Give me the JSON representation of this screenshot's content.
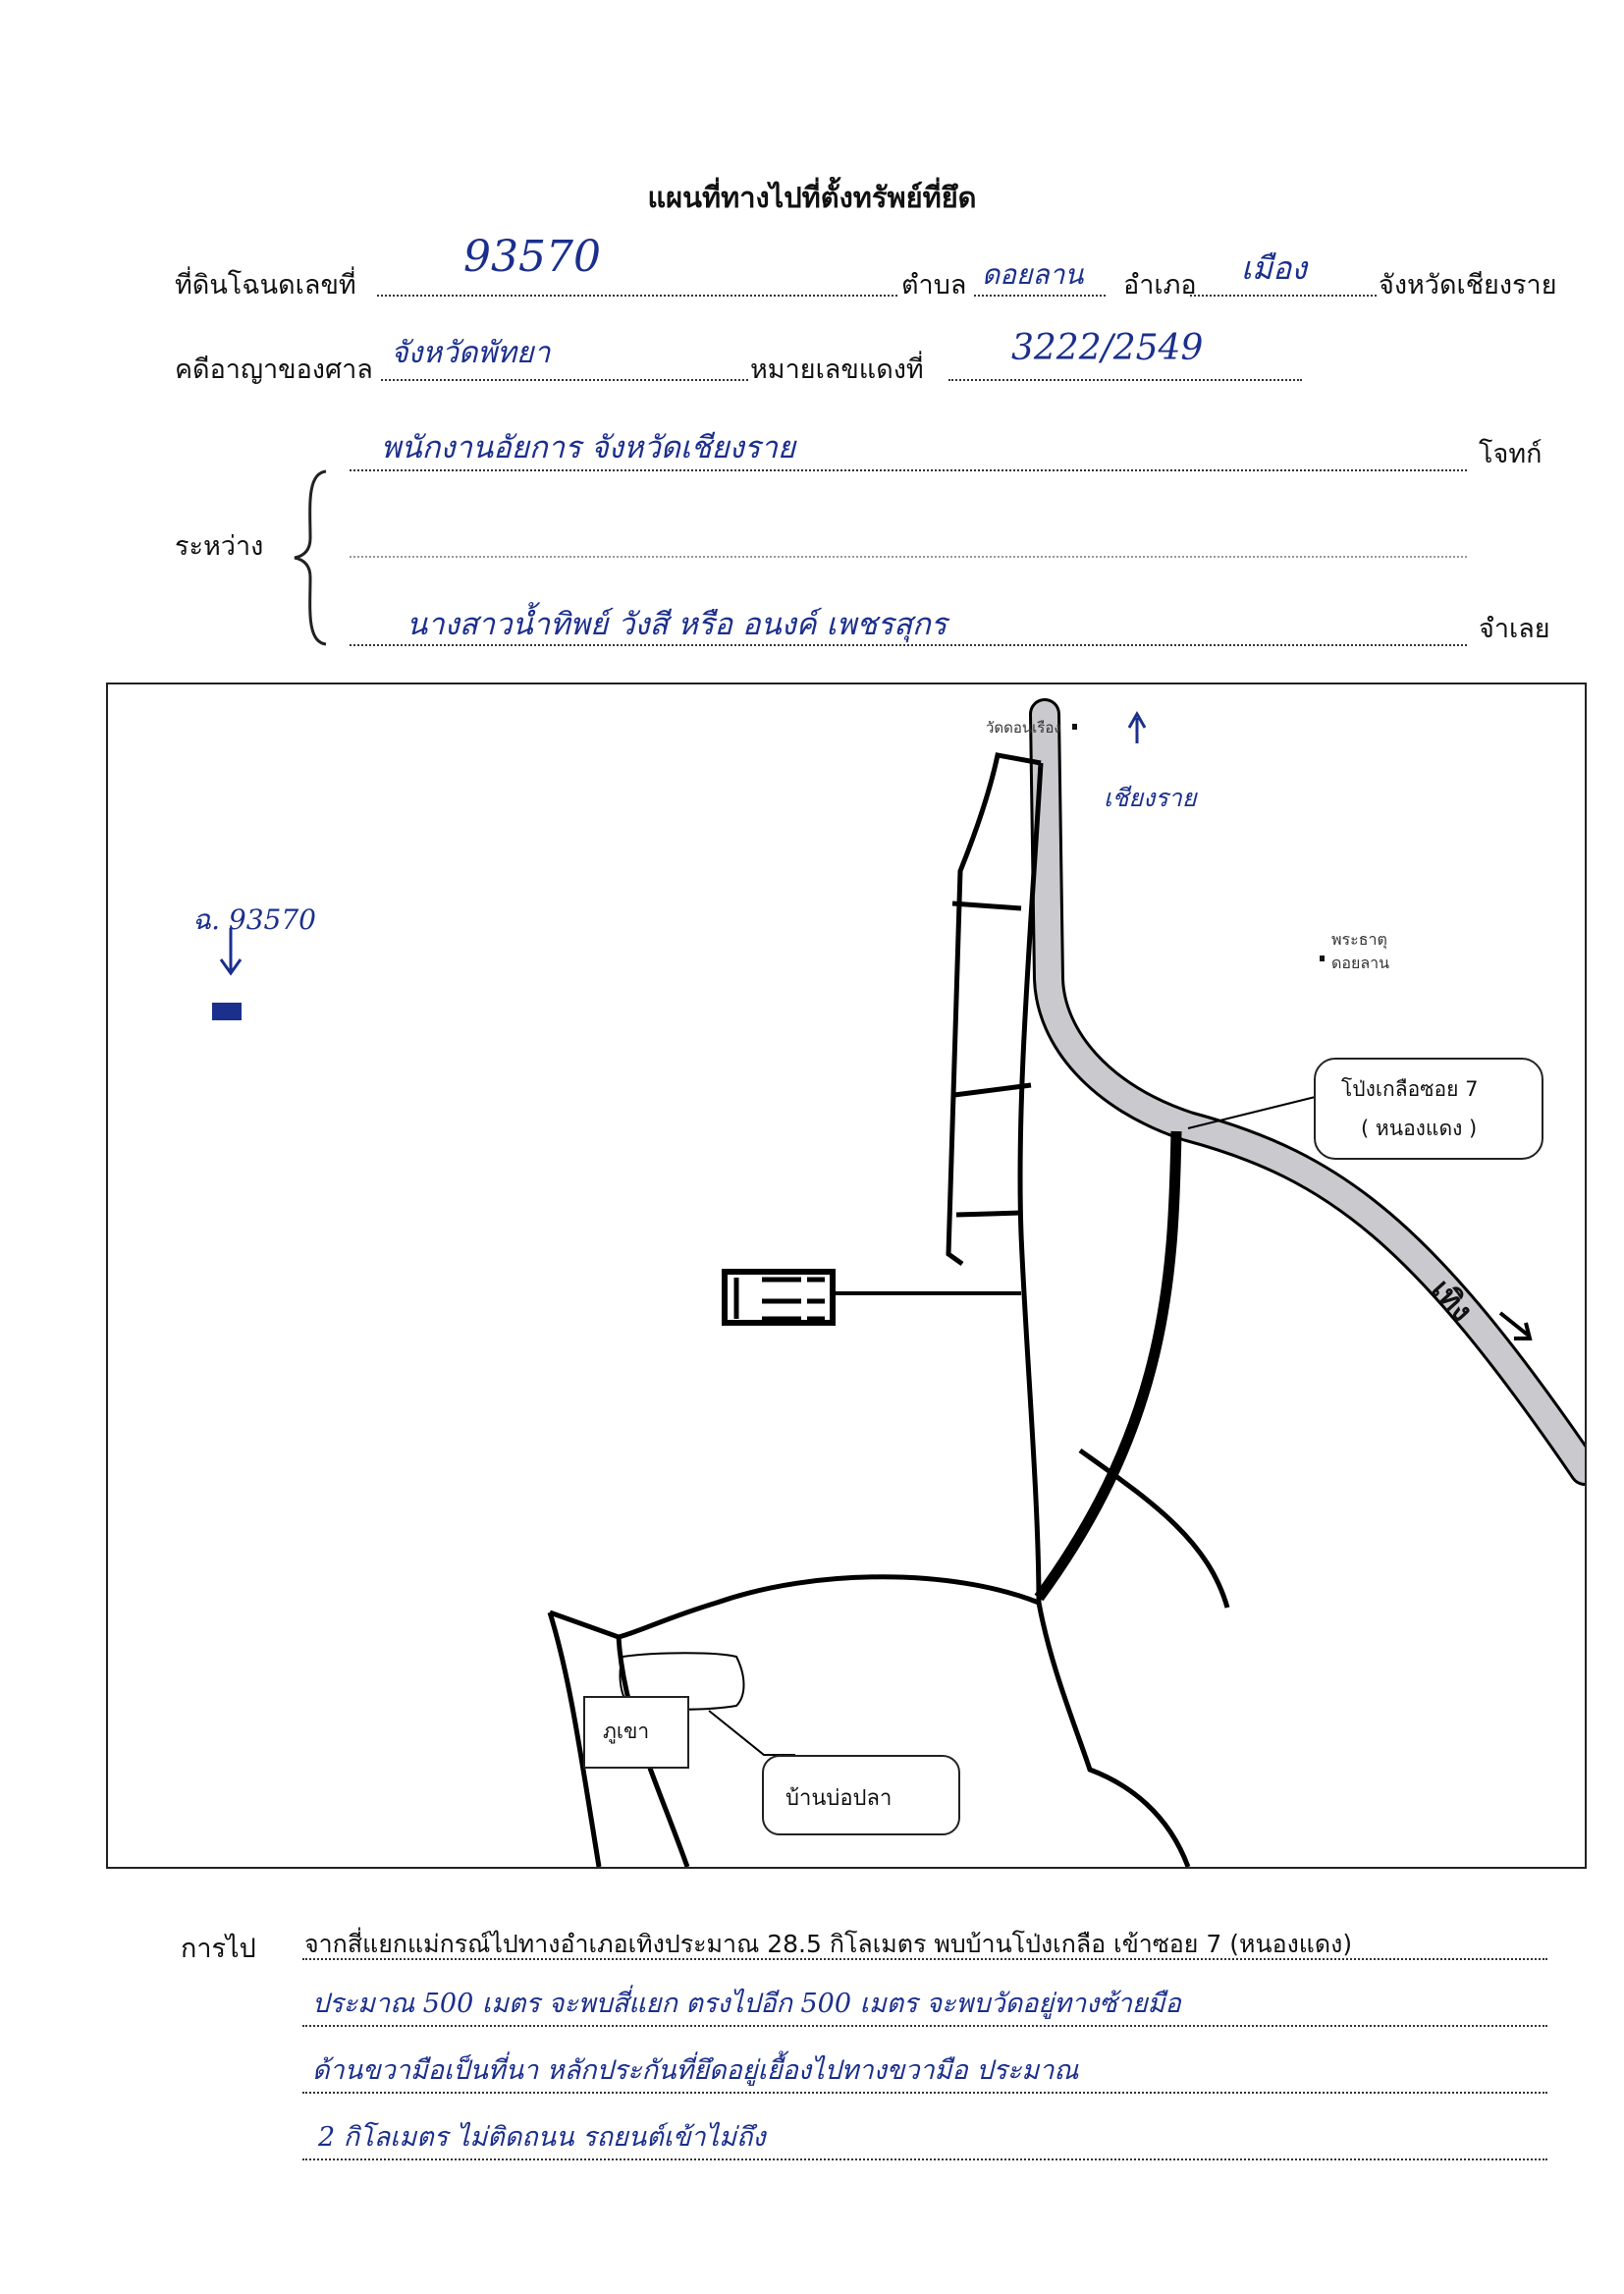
{
  "title": "แผนที่ทางไปที่ตั้งทรัพย์ที่ยึด",
  "deed": {
    "label": "ที่ดินโฉนดเลขที่",
    "value": "93570",
    "tambon_label": "ตำบล",
    "tambon_value": "ดอยลาน",
    "amphoe_label": "อำเภอ",
    "amphoe_value": "เมือง",
    "province": "จังหวัดเชียงราย"
  },
  "case": {
    "court_label": "คดีอาญาของศาล",
    "court_value": "จังหวัดพัทยา",
    "redno_label": "หมายเลขแดงที่",
    "redno_value": "3222/2549"
  },
  "parties": {
    "between_label": "ระหว่าง",
    "plaintiff_value": "พนักงานอัยการ จังหวัดเชียงราย",
    "plaintiff_label": "โจทก์",
    "defendant_value": "นางสาวน้ำทิพย์ วังสี หรือ อนงค์ เพชรสุกร",
    "defendant_label": "จำเลย"
  },
  "map": {
    "wat_label": "วัดดอนเรือง",
    "to_chiangrai": "เชียงราย",
    "deed_marker": "ฉ. 93570",
    "phrathat_line1": "พระธาตุ",
    "phrathat_line2": "ดอยลาน",
    "callout_line1": "โป่งเกลือซอย 7",
    "callout_line2": "( หนองแดง )",
    "to_thoeng": "เทิง",
    "phukhao": "ภูเขา",
    "ban_bo_pla": "บ้านบ่อปลา",
    "building_icon": "building-icon"
  },
  "directions": {
    "label": "การไป",
    "line1": "จากสี่แยกแม่กรณ์ไปทางอำเภอเทิงประมาณ 28.5 กิโลเมตร พบบ้านโป่งเกลือ เข้าซอย 7 (หนองแดง)",
    "line2": "ประมาณ 500 เมตร จะพบสี่แยก ตรงไปอีก 500 เมตร จะพบวัดอยู่ทางซ้ายมือ",
    "line3": "ด้านขวามือเป็นที่นา หลักประกันที่ยึดอยู่เยื้องไปทางขวามือ ประมาณ",
    "line4": "2 กิโลเมตร ไม่ติดถนน รถยนต์เข้าไม่ถึง"
  }
}
